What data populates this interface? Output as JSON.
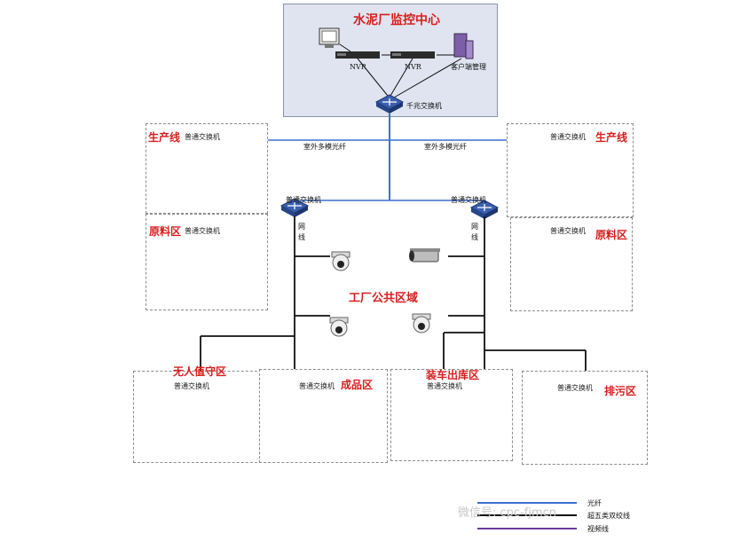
{
  "center": {
    "title": "水泥厂监控中心",
    "nvr1": "NVR",
    "nvr2": "NVR",
    "client_label": "客户端管理",
    "core_switch_label": "千兆交换机"
  },
  "backbone": {
    "fiber_label_left": "室外多模光纤",
    "fiber_label_right": "室外多模光纤",
    "net_cable_left": "网线",
    "net_cable_right": "网线",
    "left_switch_label": "普通交换机",
    "right_switch_label": "普通交换机"
  },
  "public_area": {
    "title": "工厂公共区域"
  },
  "zones": [
    {
      "title": "生产线",
      "switch_label": "普通交换机"
    },
    {
      "title": "原料区",
      "switch_label": "普通交换机"
    },
    {
      "title": "生产线",
      "switch_label": "普通交换机"
    },
    {
      "title": "原料区",
      "switch_label": "普通交换机"
    },
    {
      "title": "无人值守区",
      "switch_label": "普通交换机"
    },
    {
      "title": "成品区",
      "switch_label": "普通交换机"
    },
    {
      "title": "装车出库区",
      "switch_label": "普通交换机"
    },
    {
      "title": "排污区",
      "switch_label": "普通交换机"
    }
  ],
  "legend": {
    "fiber": "光纤",
    "twisted_pair": "超五类双绞线",
    "video": "视频线"
  },
  "watermark": "微信号: cpc-fjmcn",
  "colors": {
    "fiber": "#3d6fd1",
    "twisted_pair": "#111111",
    "video": "#6a3a9a",
    "title_red": "#d81e1e",
    "switch_blue": "#3b5fb0"
  }
}
